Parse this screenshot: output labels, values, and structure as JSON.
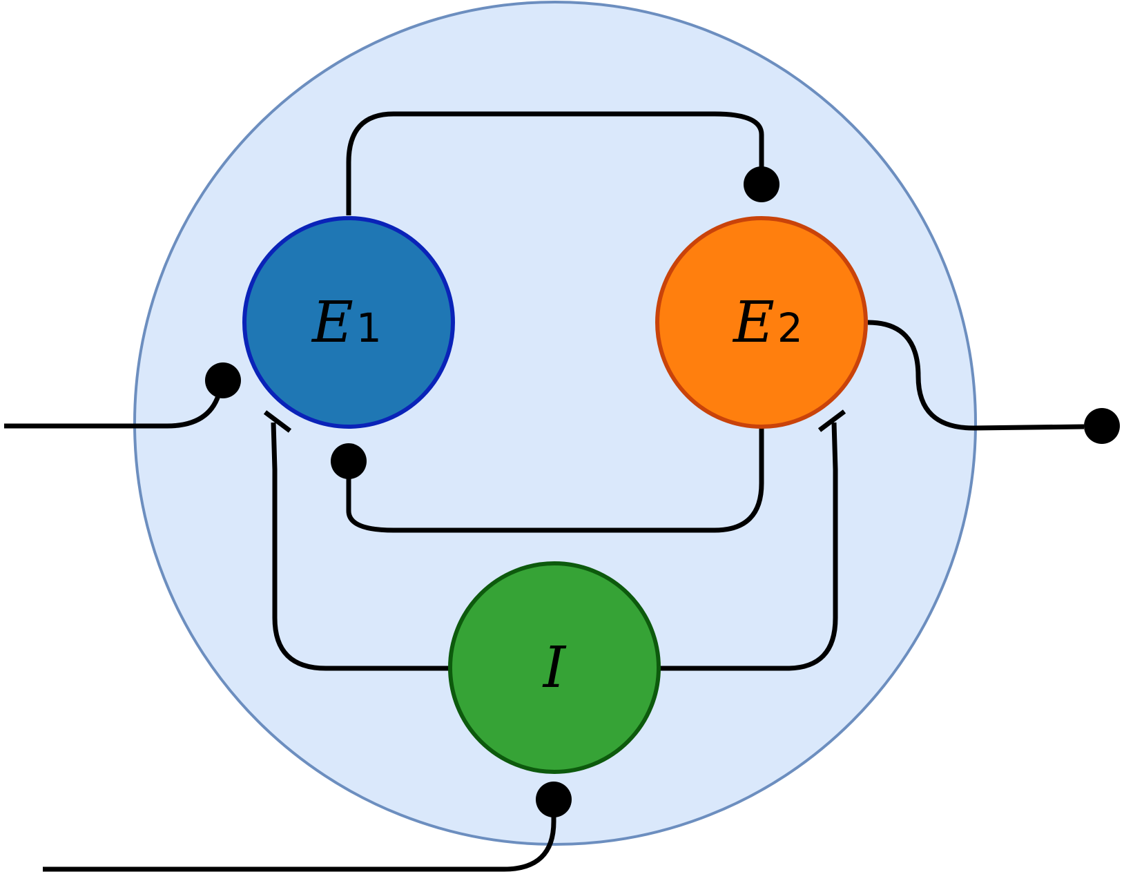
{
  "diagram": {
    "colors": {
      "background_fill": "#dae8fb",
      "background_stroke": "#6c8ebf",
      "wire": "#000000"
    },
    "nodes": {
      "e1": {
        "main": "E",
        "sub": "1",
        "fill": "#1f77b4",
        "stroke": "#0a23b8"
      },
      "e2": {
        "main": "E",
        "sub": "2",
        "fill": "#ff7f0e",
        "stroke": "#c9430a"
      },
      "i": {
        "main": "I",
        "sub": "",
        "fill": "#36a336",
        "stroke": "#0d5a0d"
      }
    },
    "connections": [
      {
        "from": "e1",
        "to": "e2",
        "type": "excitatory"
      },
      {
        "from": "e2",
        "to": "e1",
        "type": "excitatory"
      },
      {
        "from": "i",
        "to": "e1",
        "type": "inhibitory"
      },
      {
        "from": "i",
        "to": "e2",
        "type": "inhibitory"
      },
      {
        "from": "external",
        "to": "e1",
        "type": "excitatory"
      },
      {
        "from": "external",
        "to": "i",
        "type": "excitatory"
      },
      {
        "from": "e2",
        "to": "output",
        "type": "excitatory"
      }
    ]
  }
}
